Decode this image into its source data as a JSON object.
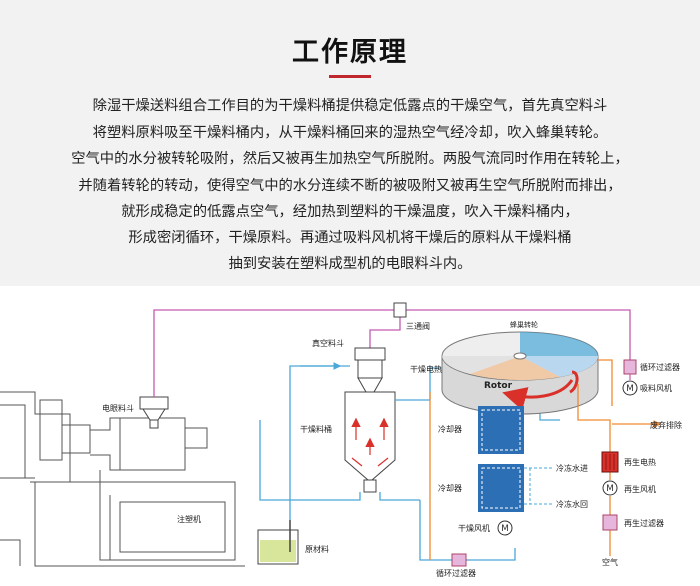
{
  "header": {
    "title": "工作原理",
    "accent_color": "#c0272d",
    "paragraph_lines": [
      "除湿干燥送料组合工作目的为干燥料桶提供稳定低露点的干燥空气，首先真空料斗",
      "将塑料原料吸至干燥料桶内，从干燥料桶回来的湿热空气经冷却，吹入蜂巢转轮。",
      "空气中的水分被转轮吸附，然后又被再生加热空气所脱附。两股气流同时作用在转轮上，",
      "并随着转轮的转动，使得空气中的水分连续不断的被吸附又被再生空气所脱附而排出，",
      "就形成稳定的低露点空气，经加热到塑料的干燥温度，吹入干燥料桶内，",
      "形成密闭循环，干燥原料。再通过吸料风机将干燥后的原料从干燥料桶",
      "抽到安装在塑料成型机的电眼料斗内。"
    ]
  },
  "diagram": {
    "labels": {
      "three_way_valve": "三通阀",
      "honeycomb_wheel": "蜂巢转轮",
      "vacuum_hopper": "真空料斗",
      "dry_heater": "干燥电热",
      "eye_hopper": "电眼料斗",
      "dryer_bin": "干燥料桶",
      "rotor": "Rotor",
      "cooler_1": "冷却器",
      "cooler_2": "冷却器",
      "chilled_water_in": "冷冻水进",
      "chilled_water_out": "冷冻水回",
      "injection_machine": "注塑机",
      "raw_material": "原材料",
      "dry_fan": "干燥风机",
      "loop_filter_bottom": "循环过滤器",
      "loop_filter_right": "循环过滤器",
      "suction_fan": "吸料风机",
      "exhaust": "废弃排除",
      "regen_heater": "再生电热",
      "regen_fan": "再生风机",
      "regen_filter": "再生过滤器",
      "air": "空气",
      "fan_symbol": "M"
    },
    "colors": {
      "vacuum_line": "#c45bb0",
      "process_air": "#4aa8d8",
      "regen_air": "#f28a30",
      "heater": "#d9302a",
      "cooler": "#2d6fb5",
      "filter": "#e7b6dc"
    }
  }
}
